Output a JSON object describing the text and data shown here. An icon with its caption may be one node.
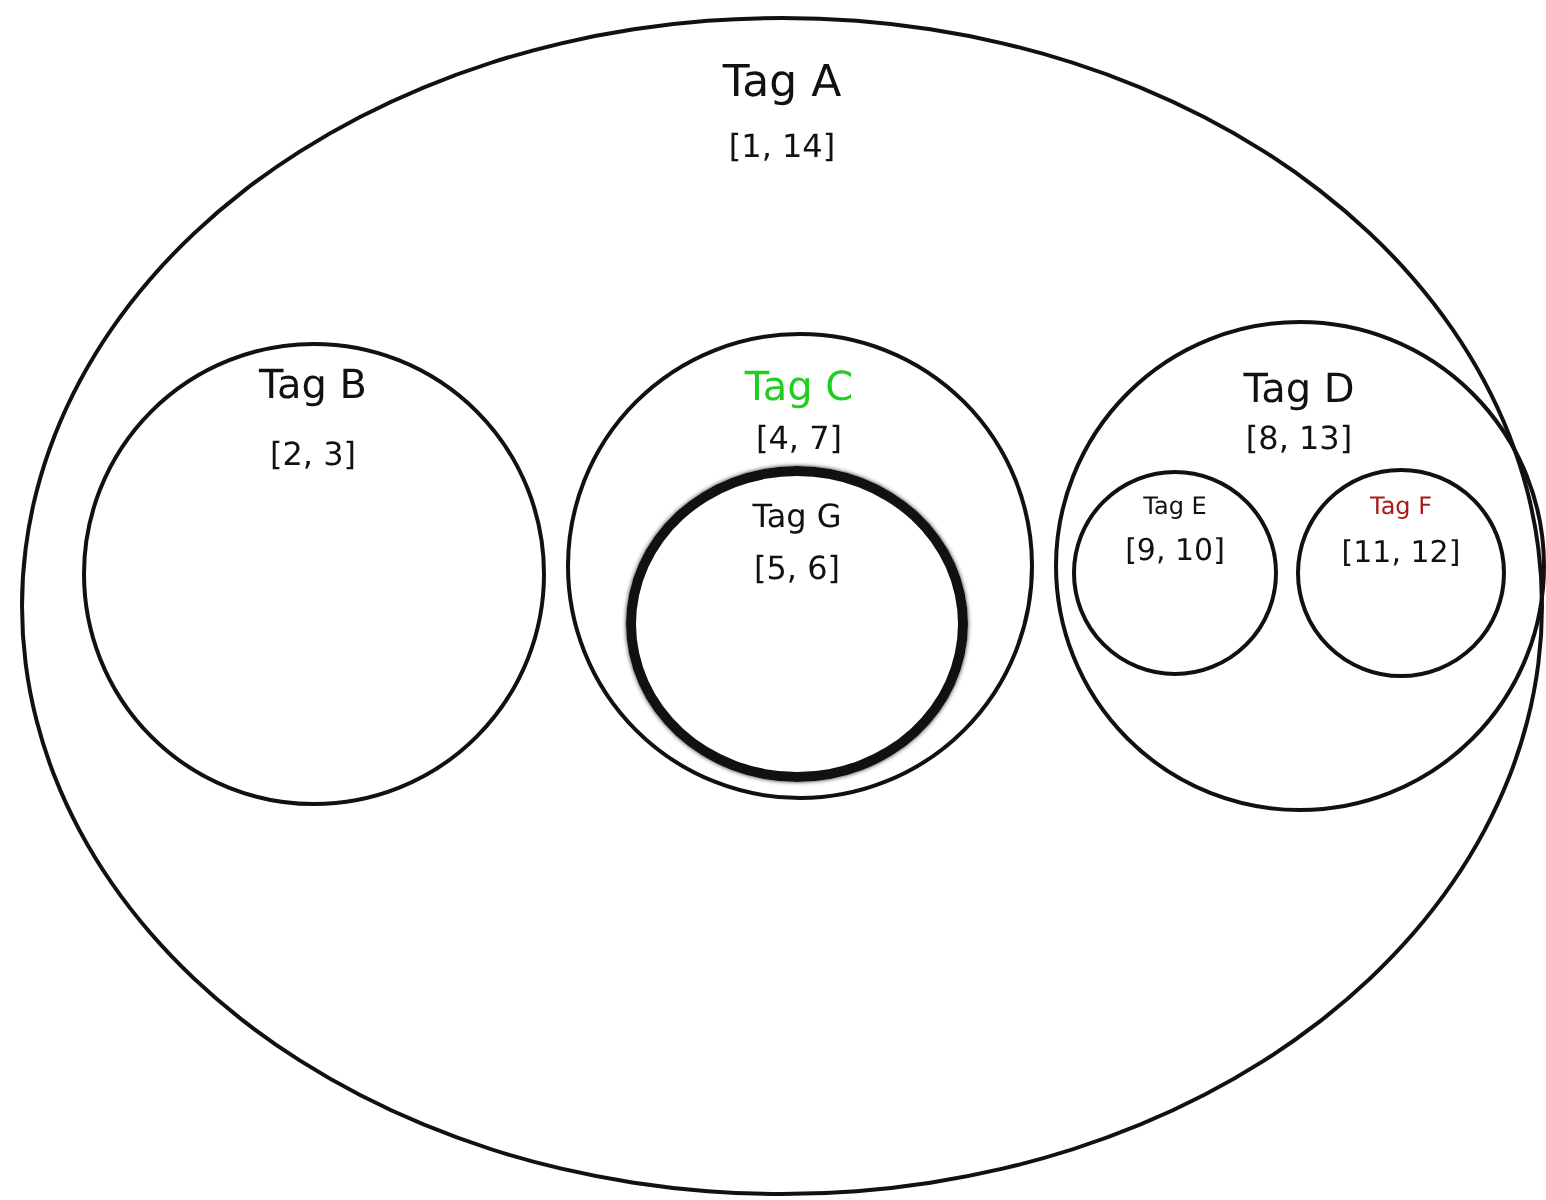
{
  "diagram": {
    "nodes": [
      {
        "text": [
          "Tag A",
          "[1, 14]"
        ]
      },
      {
        "text": [
          "Tag B",
          "[2, 3]"
        ],
        "in": 0
      },
      {
        "text": [
          "Tag C",
          "[4, 7]"
        ],
        "in": 0
      },
      {
        "text": [
          "Tag G",
          "[5, 6]"
        ],
        "in": 2
      },
      {
        "text": [
          "Tag D",
          "[8, 13]"
        ],
        "in": 0
      },
      {
        "text": [
          "Tag E",
          "[9, 10]"
        ],
        "in": 4
      },
      {
        "text": [
          "Tag F",
          "[11, 12]"
        ],
        "in": 4
      }
    ]
  }
}
